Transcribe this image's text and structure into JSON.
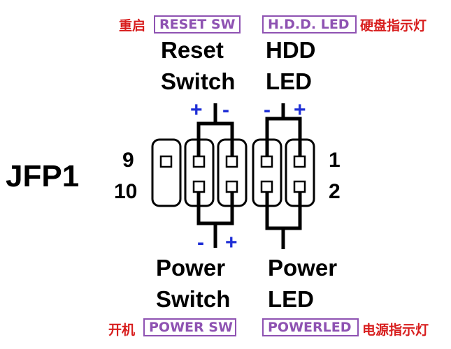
{
  "labels": {
    "top_left_cn": "重启",
    "top_left_tag": "RESET SW",
    "top_right_tag": "H.D.D.  LED",
    "top_right_cn": "硬盘指示灯",
    "bottom_left_cn": "开机",
    "bottom_left_tag": "POWER SW",
    "bottom_right_tag": "POWERLED",
    "bottom_right_cn": "电源指示灯"
  },
  "reset": {
    "line1": "Reset",
    "line2": "Switch"
  },
  "hdd": {
    "line1": "HDD",
    "line2": "LED"
  },
  "power_switch": {
    "line1": "Power",
    "line2": "Switch"
  },
  "power_led": {
    "line1": "Power",
    "line2": "LED"
  },
  "header_name": "JFP1",
  "pins": {
    "top_left": "9",
    "bottom_left": "10",
    "top_right": "1",
    "bottom_right": "2"
  },
  "polarity": {
    "reset_pos": "+",
    "reset_neg": "-",
    "hdd_neg": "-",
    "hdd_pos": "+",
    "pwr_sw_neg": "-",
    "pwr_sw_pos": "+"
  },
  "colors": {
    "chinese_text": "#d81e1e",
    "tag_border": "#8e52b2",
    "polarity": "#1f2fd6"
  }
}
